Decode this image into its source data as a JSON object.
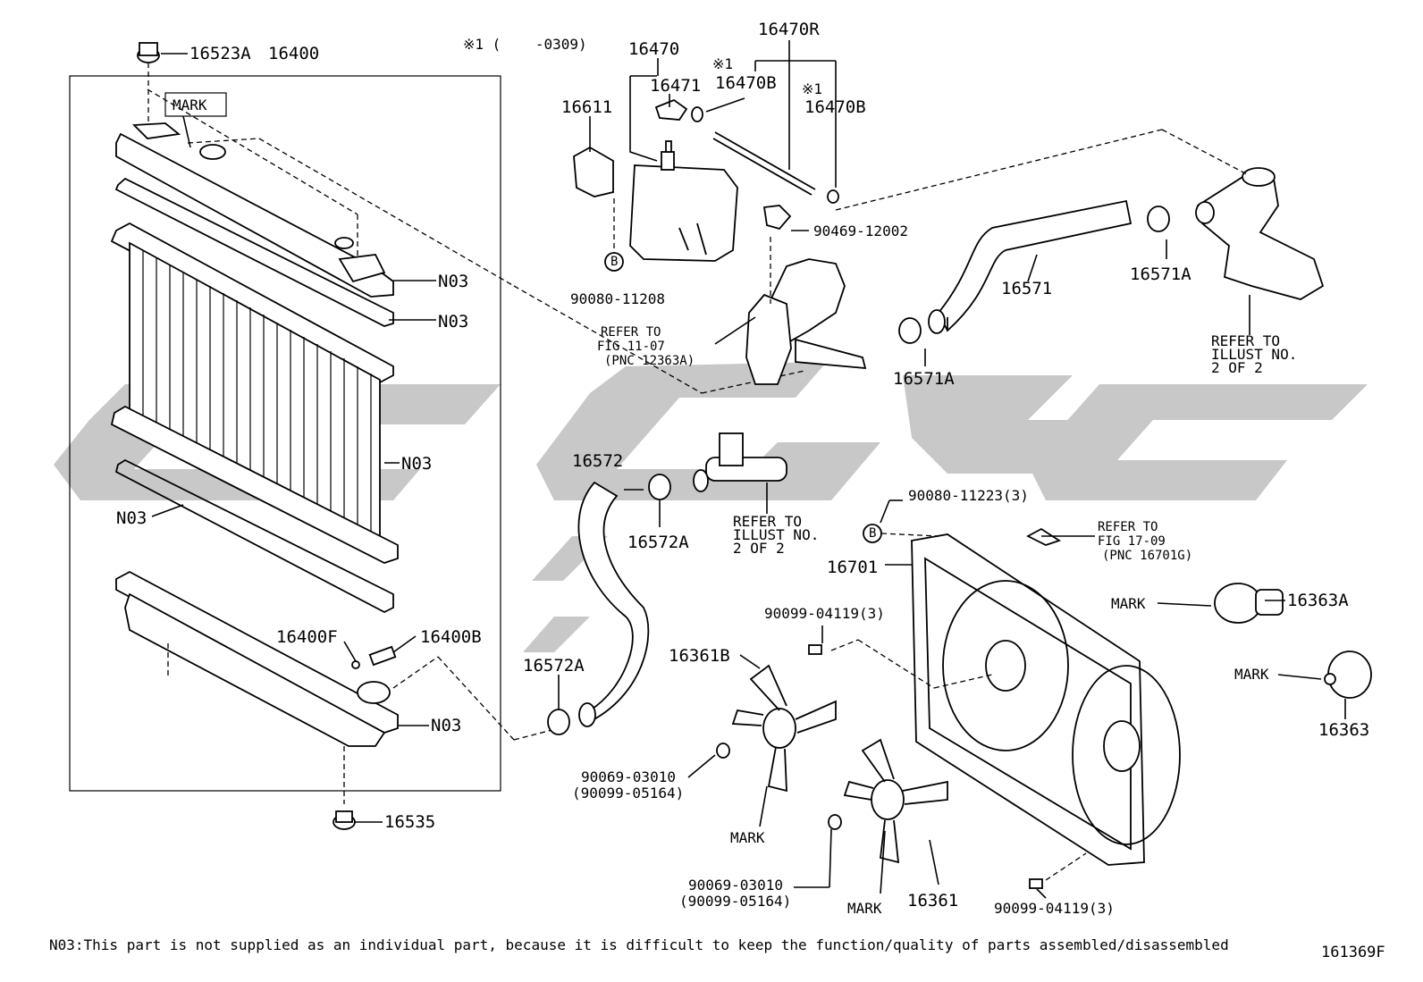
{
  "figure_number": "161369F",
  "footnote": "N03:This part is not supplied as an individual part, because it is difficult to keep the function/quality of parts assembled/disassembled",
  "date_note": "※1 (    -0309)",
  "callouts": {
    "p16523A": "16523A",
    "p16400": "16400",
    "mark_box": "MARK",
    "n03_a": "N03",
    "n03_b": "N03",
    "n03_c": "N03",
    "n03_d": "N03",
    "n03_e": "N03",
    "p16400F": "16400F",
    "p16400B": "16400B",
    "p16535": "16535",
    "p16470": "16470",
    "p16471": "16471",
    "p16611": "16611",
    "p16470R": "16470R",
    "star1_a": "※1",
    "p16470B_a": "16470B",
    "star1_b": "※1",
    "p16470B_b": "16470B",
    "p90469": "90469-12002",
    "p90080_11208": "90080-11208",
    "refer_fig_1107_a": "REFER TO",
    "refer_fig_1107_b": "FIG 11-07",
    "refer_fig_1107_c": "(PNC 12363A)",
    "p16571": "16571",
    "p16571A_a": "16571A",
    "p16571A_b": "16571A",
    "refer_illust_a_1": "REFER TO",
    "refer_illust_a_2": "ILLUST NO.",
    "refer_illust_a_3": "2 OF 2",
    "p16572": "16572",
    "p16572A_a": "16572A",
    "p16572A_b": "16572A",
    "refer_illust_b_1": "REFER TO",
    "refer_illust_b_2": "ILLUST NO.",
    "refer_illust_b_3": "2 OF 2",
    "p90080_11223": "90080-11223(3)",
    "refer_fig_1709_a": "REFER TO",
    "refer_fig_1709_b": "FIG 17-09",
    "refer_fig_1709_c": "(PNC 16701G)",
    "p16701": "16701",
    "p90099_04119_a": "90099-04119(3)",
    "p16361B": "16361B",
    "p90069_03010_a": "90069-03010",
    "p90099_05164_a": "(90099-05164)",
    "mark_fan_a": "MARK",
    "p90069_03010_b": "90069-03010",
    "p90099_05164_b": "(90099-05164)",
    "mark_fan_b": "MARK",
    "p16361": "16361",
    "p90099_04119_b": "90099-04119(3)",
    "mark_motor_a": "MARK",
    "p16363A": "16363A",
    "mark_motor_b": "MARK",
    "p16363": "16363",
    "ref_b_1": "B",
    "ref_b_2": "B"
  },
  "watermark_color": "#c8c8c8"
}
